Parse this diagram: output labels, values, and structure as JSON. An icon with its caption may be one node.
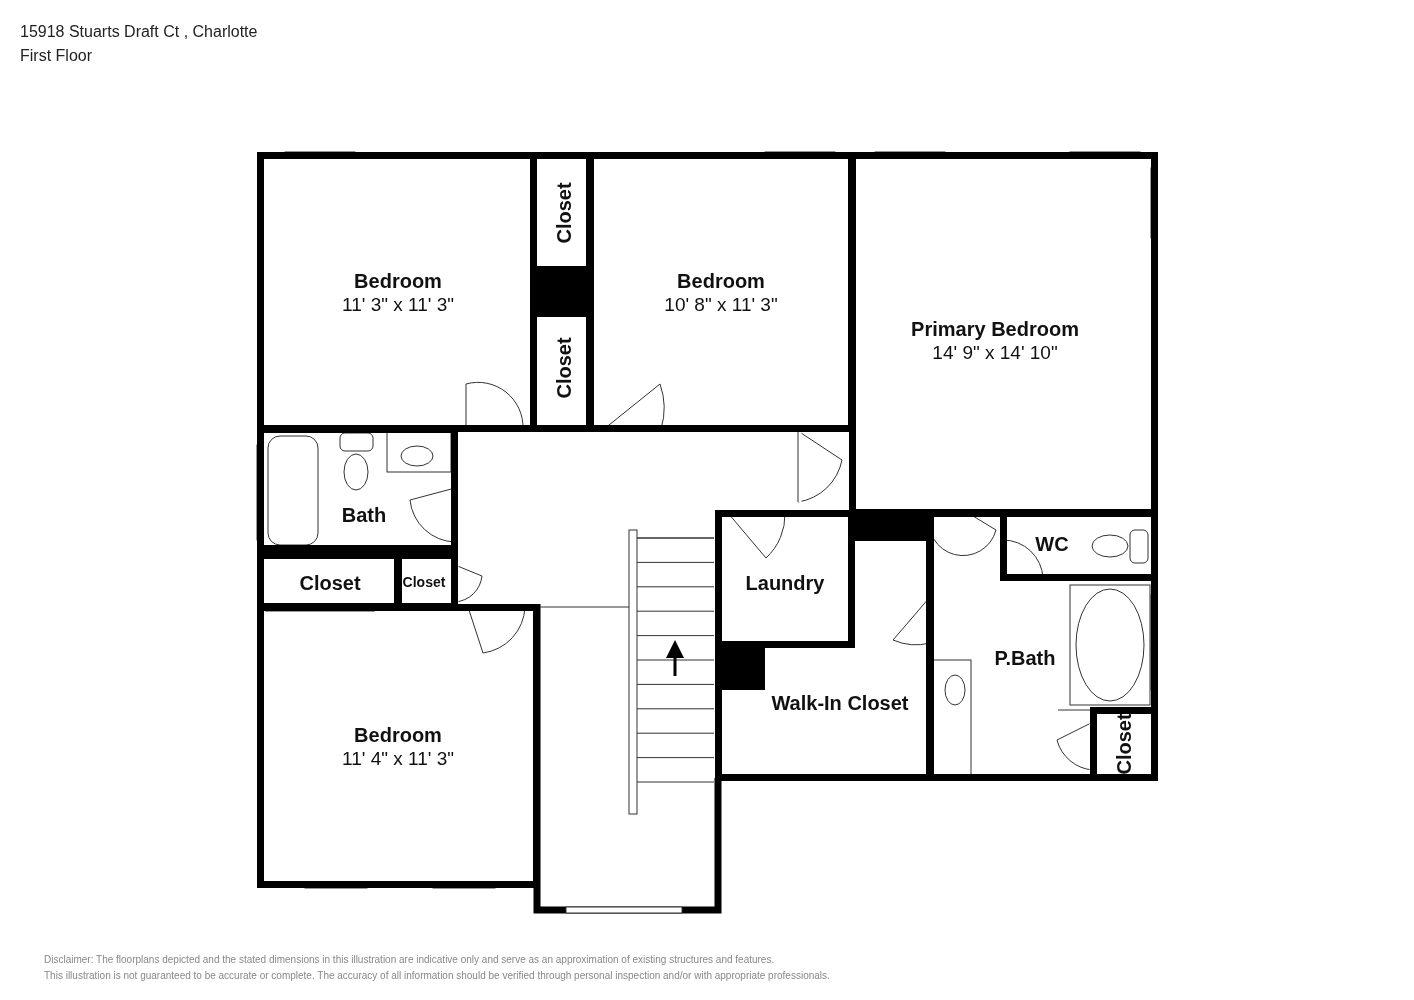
{
  "diagram": {
    "title": "15918 Stuarts Draft Ct , Charlotte",
    "nodes": [
      {
        "text": [
          "Bedroom",
          "11' 3\" x 11' 3\""
        ]
      },
      {
        "text": [
          "Closet"
        ]
      },
      {
        "text": [
          "Closet"
        ]
      },
      {
        "text": [
          "Bedroom",
          "10' 8\" x 11' 3\""
        ]
      },
      {
        "text": [
          "Primary Bedroom",
          "14' 9\" x 14' 10\""
        ]
      },
      {
        "text": [
          "Bath"
        ]
      },
      {
        "text": [
          "Walk-In Closet"
        ]
      },
      {
        "text": [
          "Laundry"
        ],
        "in": 6
      },
      {
        "text": [
          "P.Bath"
        ]
      },
      {
        "text": [
          "WC"
        ],
        "in": 8
      },
      {
        "text": [
          "Closet"
        ]
      },
      {
        "text": [
          "Closet"
        ]
      },
      {
        "text": [
          "Bedroom",
          "11' 4\" x 11' 3\""
        ]
      },
      {
        "text": [
          "Closet"
        ],
        "in": 8
      }
    ],
    "labels": [
      "First Floor",
      "Disclaimer: The floorplans depicted and the stated dimensions in this illustration are indicative only and serve as an approximation of existing structures and features.",
      "This illustration is not guaranteed to be accurate or complete. The accuracy of all information should be verified through personal inspection and/or with appropriate professionals."
    ]
  }
}
